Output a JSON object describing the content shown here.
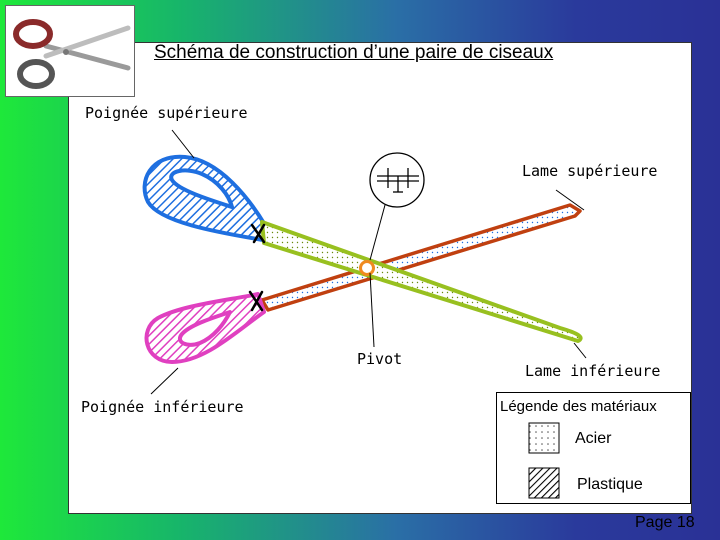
{
  "title": "Schéma de construction d’une paire de ciseaux",
  "labels": {
    "upper_handle": "Poignée supérieure",
    "upper_blade": "Lame supérieure",
    "pivot": "Pivot",
    "lower_blade": "Lame inférieure",
    "lower_handle": "Poignée inférieure"
  },
  "legend": {
    "title": "Légende des matériaux",
    "items": [
      {
        "label": "Acier",
        "pattern": "dots"
      },
      {
        "label": "Plastique",
        "pattern": "hatch"
      }
    ]
  },
  "page": "Page 18",
  "colors": {
    "upper_handle": "#1e6fe0",
    "lower_handle": "#e040c0",
    "upper_blade": "#c04010",
    "lower_blade": "#98c020",
    "pivot": "#f08a20"
  }
}
